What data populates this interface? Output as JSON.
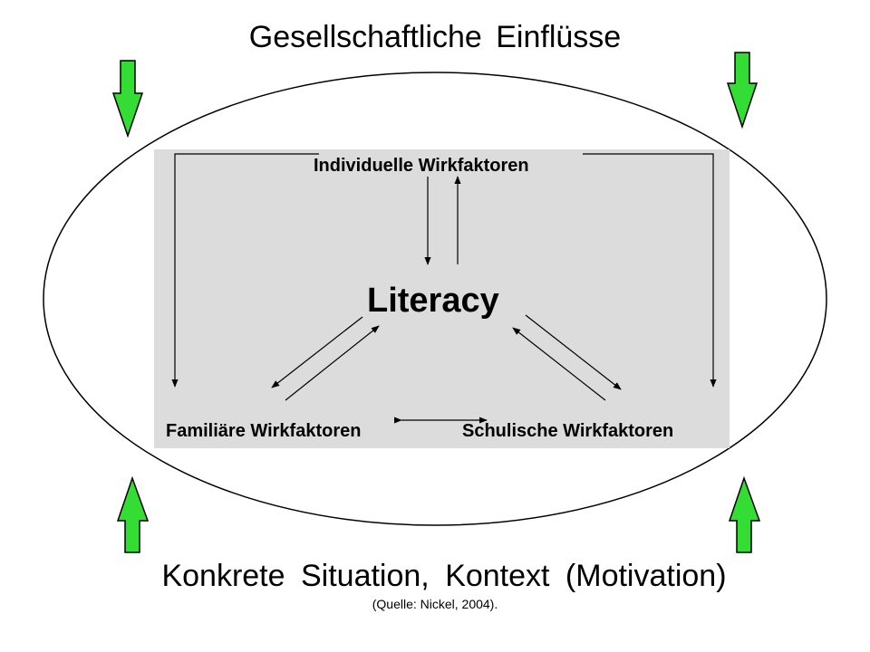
{
  "title": "Gesellschaftliche Einflüsse",
  "factors": {
    "individual": "Individuelle Wirkfaktoren",
    "center": "Literacy",
    "family": "Familiäre Wirkfaktoren",
    "school": "Schulische Wirkfaktoren"
  },
  "bottom_text": "Konkrete Situation, Kontext (Motivation)",
  "source": "(Quelle: Nickel, 2004).",
  "colors": {
    "inner_box": "#dcdcdc",
    "green_arrow": "#33dd33",
    "line": "#000000"
  }
}
